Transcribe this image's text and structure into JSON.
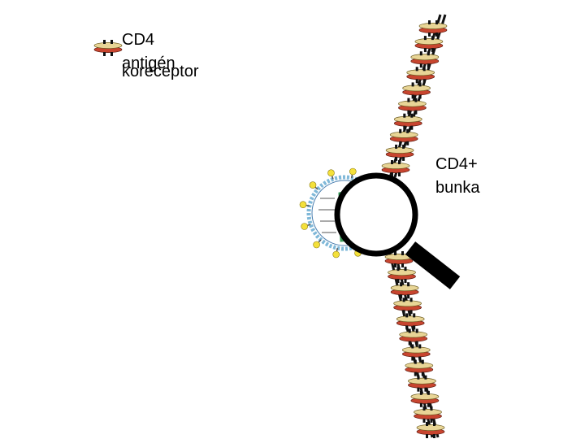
{
  "legend": {
    "line1": "CD4",
    "line2": "antigén",
    "line3": "koreceptor",
    "icon": "membrane-receptor-icon"
  },
  "cell": {
    "label_line1": "CD4+",
    "label_line2": "bunka"
  },
  "virus": {
    "icon": "hiv-virion-diagram"
  },
  "magnifier": {
    "icon": "magnifying-glass-icon"
  },
  "colors": {
    "receptor_top": "#e8d596",
    "receptor_bottom": "#c8452f",
    "membrane": "#111111",
    "virus_envelope": "#7fb8d8",
    "virus_spike": "#f4e03a",
    "virus_core": "#3a9a5a"
  }
}
